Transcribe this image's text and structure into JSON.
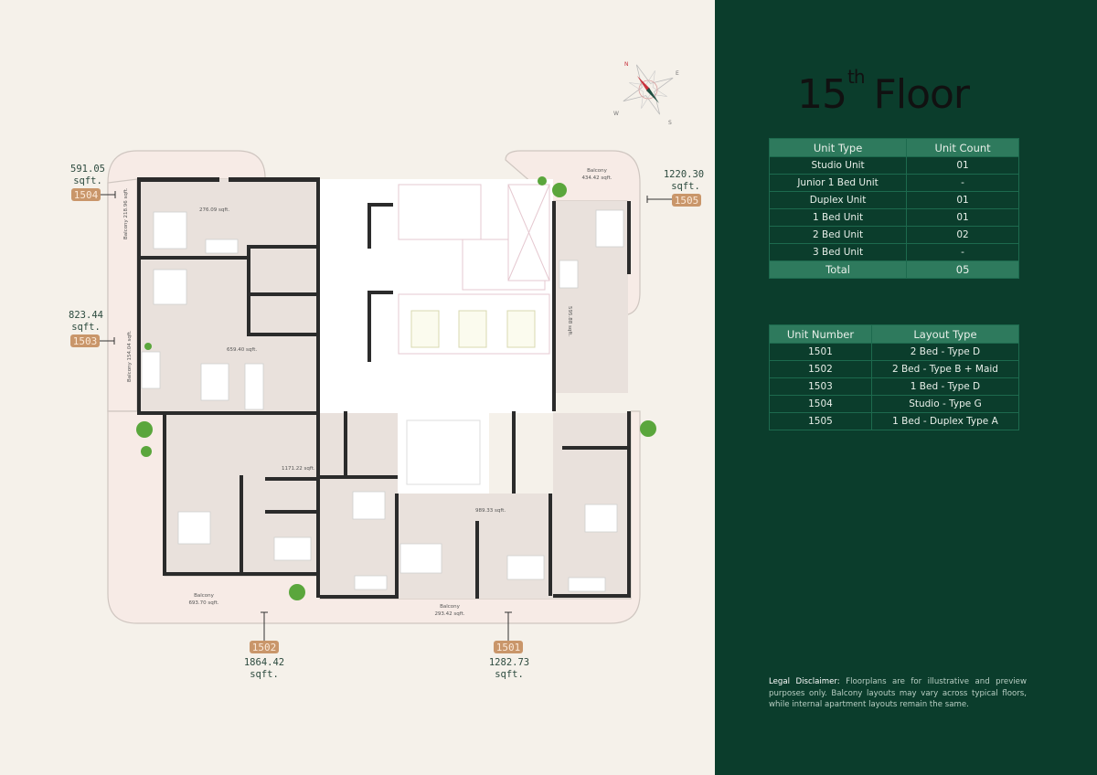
{
  "title": {
    "number": "15",
    "suffix": "th",
    "word": "Floor"
  },
  "unit_type_table": {
    "headers": [
      "Unit Type",
      "Unit Count"
    ],
    "rows": [
      [
        "Studio Unit",
        "01"
      ],
      [
        "Junior 1 Bed Unit",
        "-"
      ],
      [
        "Duplex Unit",
        "01"
      ],
      [
        "1 Bed Unit",
        "01"
      ],
      [
        "2 Bed Unit",
        "02"
      ],
      [
        "3 Bed Unit",
        "-"
      ]
    ],
    "total": [
      "Total",
      "05"
    ]
  },
  "layout_table": {
    "headers": [
      "Unit Number",
      "Layout Type"
    ],
    "rows": [
      [
        "1501",
        "2 Bed - Type D"
      ],
      [
        "1502",
        "2 Bed - Type B + Maid"
      ],
      [
        "1503",
        "1 Bed - Type D"
      ],
      [
        "1504",
        "Studio - Type G"
      ],
      [
        "1505",
        "1 Bed - Duplex Type A"
      ]
    ]
  },
  "disclaimer": {
    "label": "Legal Disclaimer:",
    "text": " Floorplans are for illustrative and preview purposes only. Balcony layouts may vary across typical floors, while internal apartment layouts remain the same."
  },
  "compass": {
    "n": "N",
    "e": "E",
    "s": "S",
    "w": "W"
  },
  "units": [
    {
      "number": "1504",
      "area": "591.05",
      "unit": "sqft."
    },
    {
      "number": "1503",
      "area": "823.44",
      "unit": "sqft."
    },
    {
      "number": "1505",
      "area": "1220.30",
      "unit": "sqft."
    },
    {
      "number": "1502",
      "area": "1864.42",
      "unit": "sqft."
    },
    {
      "number": "1501",
      "area": "1282.73",
      "unit": "sqft."
    }
  ],
  "rooms": {
    "r1504": "276.09 sqft.",
    "r1503": "659.40 sqft.",
    "r1502": "1171.22 sqft.",
    "r1501": "989.33 sqft.",
    "r1505": "595.88 sqft.",
    "balc_top_right": [
      "Balcony",
      "434.42 sqft."
    ],
    "balc_bottom_left": [
      "Balcony",
      "693.70 sqft."
    ],
    "balc_bottom_mid": [
      "Balcony",
      "293.42 sqft."
    ],
    "balc_left_top": "Balcony 218.96 sqft.",
    "balc_left_mid": "Balcony 154.04 sqft."
  },
  "colors": {
    "panel": "#0b3d2c",
    "header": "#2e7a5d",
    "badge": "#c9966a",
    "paper": "#f5f1ea"
  }
}
